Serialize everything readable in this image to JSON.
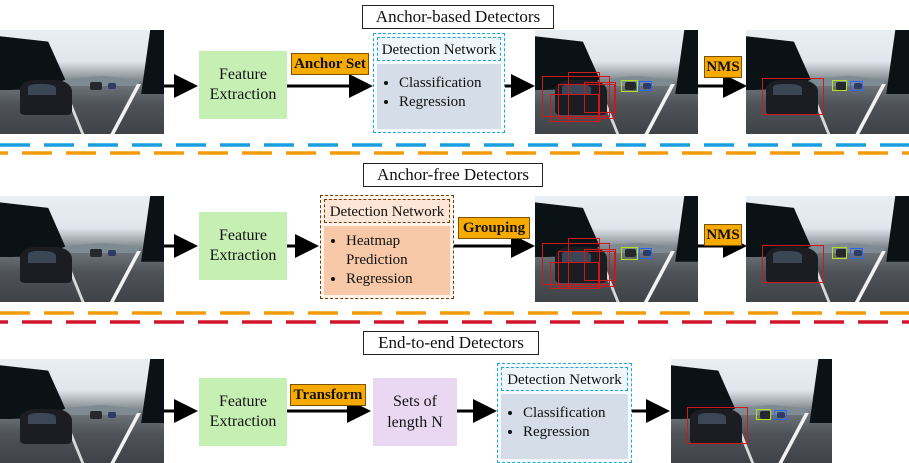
{
  "section_titles": {
    "anchor_based": "Anchor-based Detectors",
    "anchor_free": "Anchor-free Detectors",
    "end_to_end": "End-to-end Detectors"
  },
  "row1": {
    "feature_extraction": [
      "Feature",
      "Extraction"
    ],
    "tag_anchor_set": "Anchor Set",
    "detection_network_title": "Detection Network",
    "items": [
      "Classification",
      "Regression"
    ],
    "tag_nms": "NMS"
  },
  "row2": {
    "feature_extraction": [
      "Feature",
      "Extraction"
    ],
    "detection_network_title": "Detection Network",
    "items": [
      "Heatmap Prediction",
      "Regression"
    ],
    "tag_grouping": "Grouping",
    "tag_nms": "NMS"
  },
  "row3": {
    "feature_extraction": [
      "Feature",
      "Extraction"
    ],
    "tag_transform": "Transform",
    "sets": [
      "Sets of",
      "length N"
    ],
    "detection_network_title": "Detection Network",
    "items": [
      "Classification",
      "Regression"
    ]
  },
  "colors": {
    "blue_dash": "#1a9ee0",
    "orange_dash": "#f39b0a",
    "red_dash": "#d4162c",
    "feature_green": "#c6efb3",
    "tag_orange": "#f7ab00",
    "box_red": "#d01818"
  }
}
